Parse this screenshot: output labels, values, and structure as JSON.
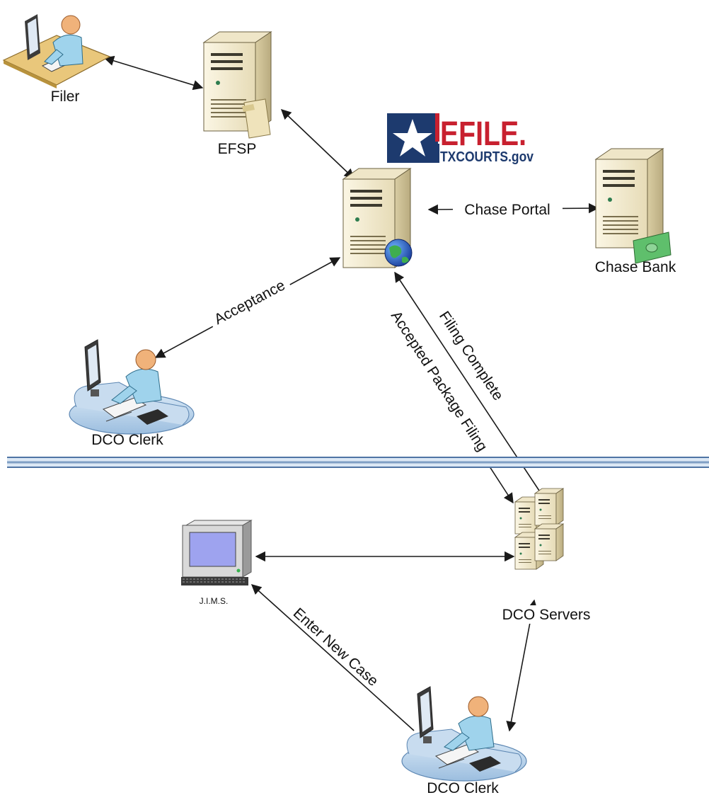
{
  "nodes": {
    "filer": "Filer",
    "efsp": "EFSP",
    "efile_server": "",
    "chase_bank": "Chase Bank",
    "dco_clerk_top": "DCO Clerk",
    "jims": "J.I.M.S.",
    "dco_servers": "DCO Servers",
    "dco_clerk_bottom": "DCO Clerk"
  },
  "logo": {
    "line1": "EFILE.",
    "line2": "TXCOURTS.gov"
  },
  "connections": {
    "chase_portal": "Chase Portal",
    "acceptance": "Acceptance",
    "filing_complete": "Filing Complete",
    "accepted_package_filing": "Accepted Package Filing",
    "enter_new_case": "Enter New Case"
  },
  "colors": {
    "logo_blue": "#1d3a6e",
    "logo_red": "#c8202f",
    "divider": "#7f9fc4",
    "server_body": "#f3ead0",
    "person_skin": "#f0b27a",
    "person_shirt": "#9fd3ec",
    "desk_blue": "#bcd6ec",
    "desk_wood": "#e9c77b",
    "monitor_screen": "#9ea3ef",
    "money_green": "#5fbf6c"
  }
}
